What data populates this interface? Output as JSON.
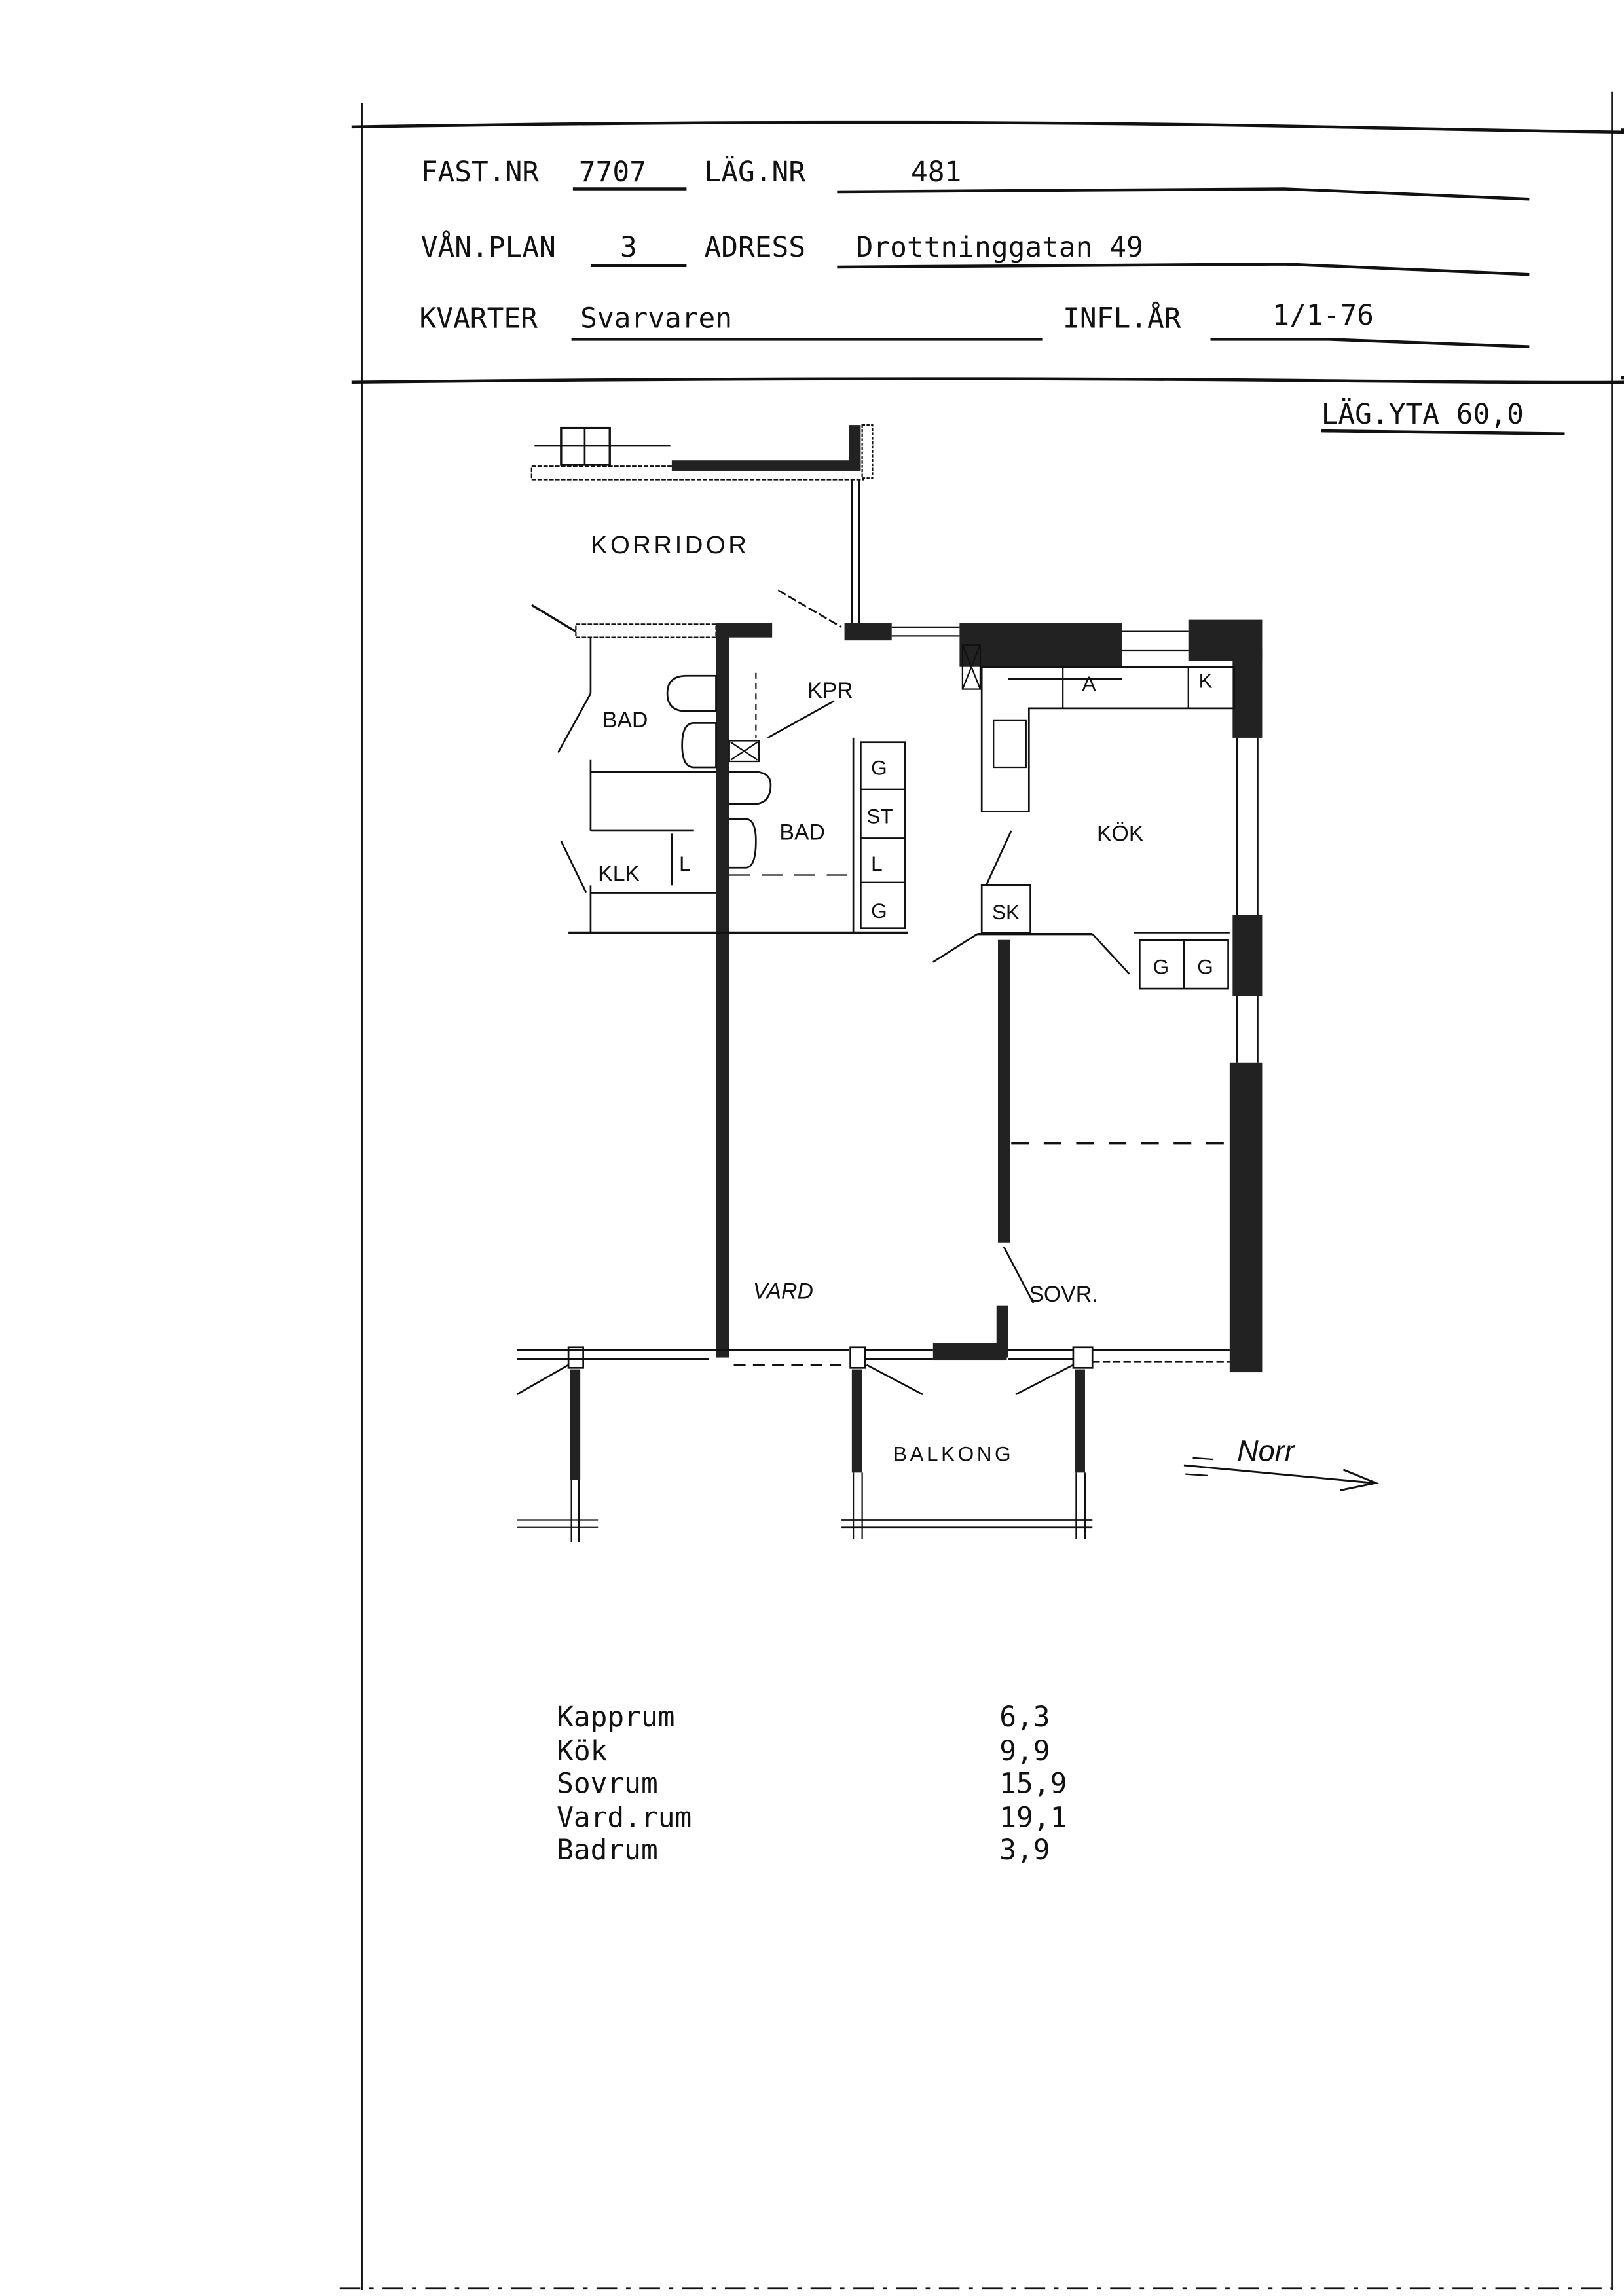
{
  "header": {
    "fast_nr_label": "FAST.NR",
    "fast_nr_value": "7707",
    "lag_nr_label": "LÄG.NR",
    "lag_nr_value": "481",
    "van_plan_label": "VÅN.PLAN",
    "van_plan_value": "3",
    "adress_label": "ADRESS",
    "adress_value": "Drottninggatan 49",
    "kvarter_label": "KVARTER",
    "kvarter_value": "Svarvaren",
    "infl_ar_label": "INFL.ÅR",
    "infl_ar_value": "1/1-76",
    "lag_yta": "LÄG.YTA 60,0"
  },
  "plan": {
    "labels": {
      "korridor": "KORRIDOR",
      "bad1": "BAD",
      "kpr": "KPR",
      "bad2": "BAD",
      "klk": "KLK",
      "kok": "KÖK",
      "sk": "SK",
      "vard": "VARD",
      "sovr": "SOVR.",
      "balkong": "BALKONG",
      "norr": "Norr"
    },
    "fixtures": {
      "g1": "G",
      "st": "ST",
      "l1": "L",
      "g2": "G",
      "l2": "L",
      "a": "A",
      "k": "K",
      "g3": "G",
      "g4": "G"
    }
  },
  "rooms": [
    {
      "name": "Kapprum",
      "area": "6,3"
    },
    {
      "name": "Kök",
      "area": "9,9"
    },
    {
      "name": "Sovrum",
      "area": "15,9"
    },
    {
      "name": "Vard.rum",
      "area": "19,1"
    },
    {
      "name": "Badrum",
      "area": "3,9"
    }
  ]
}
